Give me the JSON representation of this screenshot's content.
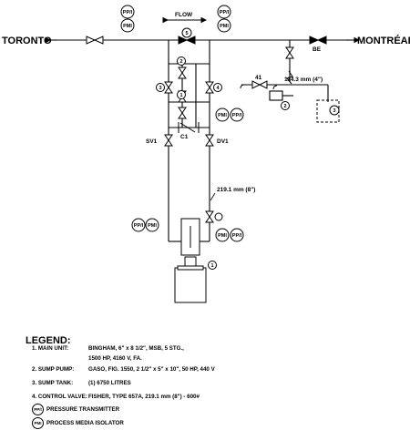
{
  "diagram": {
    "city_left": "TORONTO",
    "city_right": "MONTRÉAL",
    "flow_label": "FLOW",
    "tags": {
      "pp_i": "PP/I",
      "pmi": "PMI",
      "valve_5": "5",
      "valve_2a": "2",
      "valve_3": "3",
      "valve_1": "1",
      "valve_4": "4",
      "valve_2b": "2",
      "tank_3": "3",
      "unit_1": "1",
      "c1": "C1",
      "sv1": "SV1",
      "dv1": "DV1",
      "be": "BE",
      "v41": "41",
      "pipe_114": "114.3 mm (4\")",
      "pipe_219": "219.1 mm (8\")"
    }
  },
  "legend": {
    "title": "LEGEND:",
    "items": [
      {
        "label": "1. MAIN UNIT:",
        "text": "BINGHAM, 6\" x 8 1/2\", MSB, 5 STG.,",
        "cont": "1500 HP, 4160 V, FA."
      },
      {
        "label": "2. SUMP PUMP:",
        "text": "GASO, FIG. 1550, 2 1/2\" x 5\" x 10\", 50 HP, 440 V"
      },
      {
        "label": "3. SUMP TANK:",
        "text": "(1) 6750 LITRES"
      },
      {
        "label": "4. CONTROL VALVE:",
        "text": "FISHER, TYPE 657A, 219.1 mm (8\") - 600#"
      }
    ],
    "symbols": [
      {
        "symbol": "PP/I",
        "text": "PRESSURE TRANSMITTER"
      },
      {
        "symbol": "PMI",
        "text": "PROCESS MEDIA ISOLATOR"
      }
    ]
  }
}
